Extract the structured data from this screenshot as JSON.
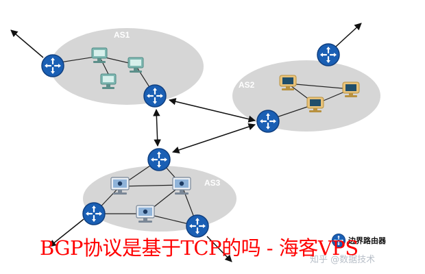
{
  "diagram": {
    "as_labels": [
      "AS1",
      "AS2",
      "AS3"
    ],
    "legend_label": "边界路由器",
    "caption": "BGP协议是基于TCP的吗 - 海客VPS",
    "watermark": "知乎 @数据技术"
  },
  "colors": {
    "as_cloud": "#d6d6d6",
    "router": "#1a5fb4",
    "arrow": "#111111",
    "as1_host": "#7fb8b2",
    "as2_host": "#e8c27a",
    "as3_host": "#a9c3dd",
    "caption": "#ff0000"
  },
  "icons": {
    "router": "router-icon",
    "host": "computer-icon"
  }
}
